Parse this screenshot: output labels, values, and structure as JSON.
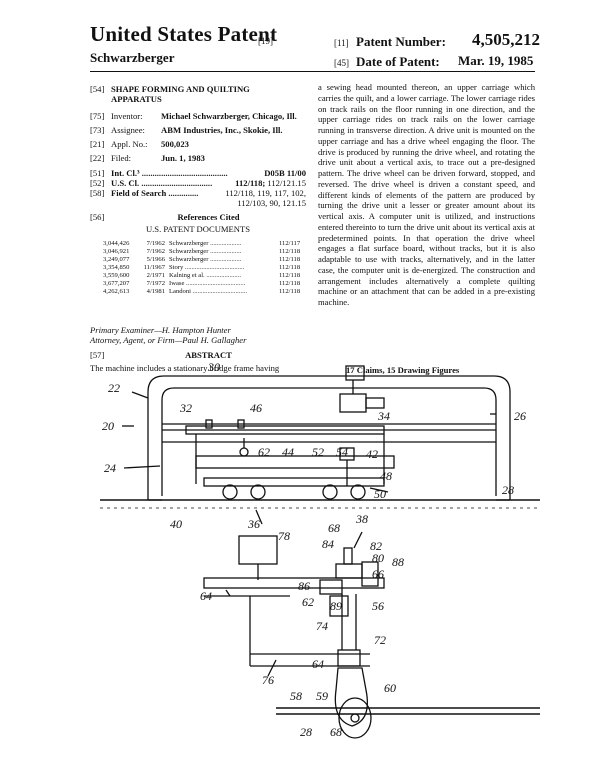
{
  "header": {
    "title": "United States Patent",
    "title_code": "[19]",
    "inventor_surname": "Schwarzberger",
    "number_code": "[11]",
    "number_label": "Patent Number:",
    "number_value": "4,505,212",
    "date_code": "[45]",
    "date_label": "Date of Patent:",
    "date_value": "Mar. 19, 1985"
  },
  "fields": {
    "title_code": "[54]",
    "title_line1": "SHAPE FORMING AND QUILTING",
    "title_line2": "APPARATUS",
    "inventor_code": "[75]",
    "inventor_label": "Inventor:",
    "inventor_value": "Michael Schwarzberger, Chicago, Ill.",
    "assignee_code": "[73]",
    "assignee_label": "Assignee:",
    "assignee_value": "ABM Industries, Inc., Skokie, Ill.",
    "appl_code": "[21]",
    "appl_label": "Appl. No.:",
    "appl_value": "500,023",
    "filed_code": "[22]",
    "filed_label": "Filed:",
    "filed_value": "Jun. 1, 1983",
    "intcl_code": "[51]",
    "intcl_label": "Int. Cl.³ ........................................",
    "intcl_value": "D05B 11/00",
    "uscl_code": "[52]",
    "uscl_label": "U.S. Cl. .................................",
    "uscl_value": "112/118; 112/121.15",
    "search_code": "[58]",
    "search_label": "Field of Search ..............",
    "search_value1": "112/118, 119, 117, 102,",
    "search_value2": "112/103, 90, 121.15"
  },
  "references": {
    "code": "[56]",
    "heading": "References Cited",
    "subheading": "U.S. PATENT DOCUMENTS",
    "rows": [
      {
        "number": "3,044,426",
        "date": "7/1962",
        "name": "Schwarzberger ...................",
        "class": "112/117"
      },
      {
        "number": "3,046,921",
        "date": "7/1962",
        "name": "Schwarzberger ...................",
        "class": "112/118"
      },
      {
        "number": "3,249,077",
        "date": "5/1966",
        "name": "Schwarzberger ...................",
        "class": "112/118"
      },
      {
        "number": "3,354,850",
        "date": "11/1967",
        "name": "Story ....................................",
        "class": "112/118"
      },
      {
        "number": "3,559,600",
        "date": "2/1971",
        "name": "Kalning et al. .....................",
        "class": "112/118"
      },
      {
        "number": "3,677,207",
        "date": "7/1972",
        "name": "Iwase ....................................",
        "class": "112/118"
      },
      {
        "number": "4,262,613",
        "date": "4/1981",
        "name": "Landoni .................................",
        "class": "112/118"
      }
    ]
  },
  "examiners": {
    "primary": "Primary Examiner—H. Hampton Hunter",
    "attorney": "Attorney, Agent, or Firm—Paul H. Gallagher"
  },
  "abstract": {
    "code": "[57]",
    "heading": "ABSTRACT",
    "first_line": "The machine includes a stationary bridge frame having",
    "text": "a sewing head mounted thereon, an upper carriage which carries the quilt, and a lower carriage. The lower carriage rides on track rails on the floor running in one direction, and the upper carriage rides on track rails on the lower carriage running in transverse direction. A drive unit is mounted on the upper carriage and has a drive wheel engaging the floor. The drive is produced by running the drive wheel, and rotating the drive unit about a vertical axis, to trace out a pre-designed pattern. The drive wheel can be driven forward, stopped, and reversed. The drive wheel is driven a constant speed, and different kinds of elements of the pattern are produced by turning the drive unit a lesser or greater amount about its vertical axis. A computer unit is utilized, and instructions entered thereinto to turn the drive unit about its vertical axis at predetermined points. In that operation the drive wheel engages a flat surface board, without tracks, but it is also adaptable to use with tracks, alternatively, and in the latter case, the computer unit is de-energized. The construction and arrangement includes alternatively a complete quilting machine or an attachment that can be added in a pre-existing machine.",
    "claims": "17 Claims, 15 Drawing Figures"
  },
  "drawing_labels": {
    "l30": "30",
    "l22": "22",
    "l20": "20",
    "l32": "32",
    "l46": "46",
    "l34": "34",
    "l26": "26",
    "l62": "62",
    "l44": "44",
    "l52": "52",
    "l54": "54",
    "l42": "42",
    "l24": "24",
    "l48": "48",
    "l50": "50",
    "l28": "28",
    "l40": "40",
    "l36": "36",
    "l38": "38",
    "l68": "68",
    "l78": "78",
    "l84": "84",
    "l82": "82",
    "l80": "80",
    "l88": "88",
    "l86": "86",
    "l66": "66",
    "l64": "64",
    "l89": "89",
    "l56": "56",
    "l74": "74",
    "l76": "76",
    "l72": "72",
    "l60": "60",
    "l58": "58",
    "l59": "59"
  }
}
